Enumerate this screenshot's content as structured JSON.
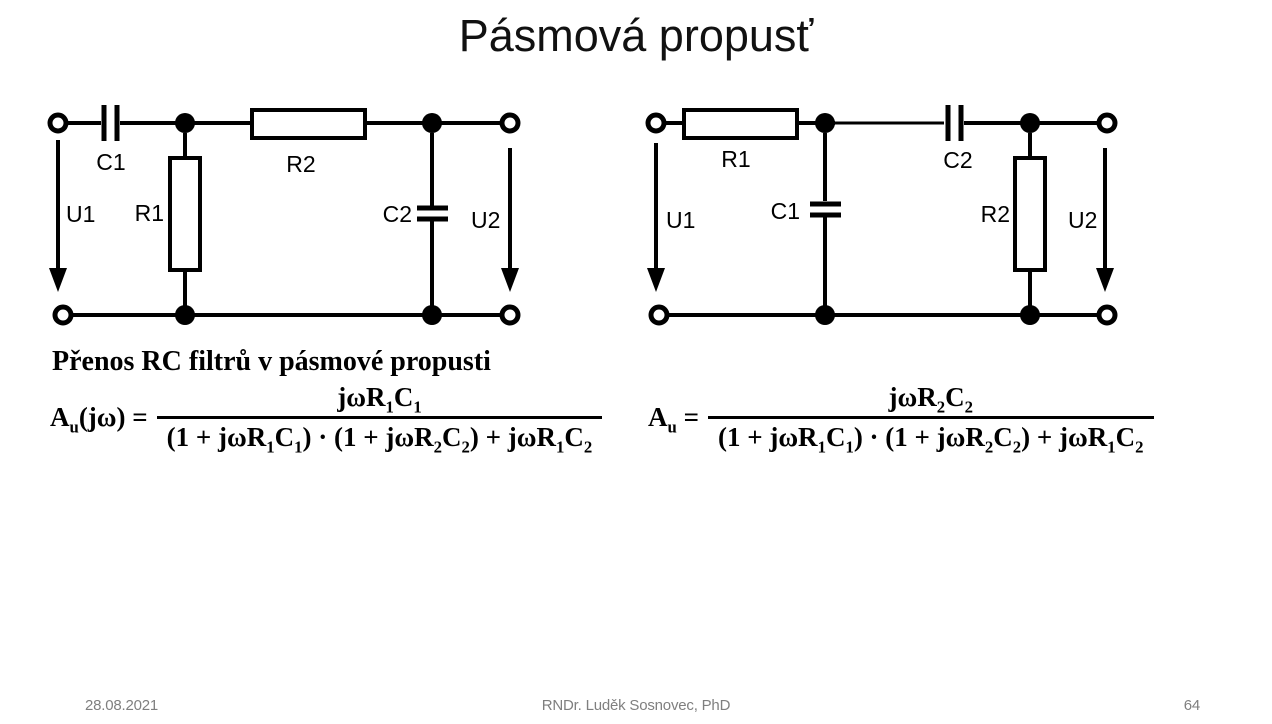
{
  "slide": {
    "title": "Pásmová propusť",
    "background_color": "#ffffff",
    "ink_color": "#000000",
    "footer": {
      "date": "28.08.2021",
      "author": "RNDr. Luděk Sosnovec, PhD",
      "page_number": "64",
      "text_color": "#7f7f7f"
    }
  },
  "section_heading": "Přenos RC filtrů v pásmové propusti",
  "circuit_left": {
    "description": "RC band-pass: series C1, shunt R1, series R2, shunt C2",
    "labels": {
      "c1": "C1",
      "r1": "R1",
      "r2": "R2",
      "c2": "C2",
      "u1": "U1",
      "u2": "U2"
    }
  },
  "circuit_right": {
    "description": "RC band-pass: series R1, shunt C1, series C2, shunt R2",
    "labels": {
      "r1": "R1",
      "c1": "C1",
      "c2": "C2",
      "r2": "R2",
      "u1": "U1",
      "u2": "U2"
    }
  },
  "formula_left": {
    "lhs": [
      {
        "t": "A"
      },
      {
        "t": "u",
        "sub": true
      },
      {
        "t": "(jω) ="
      }
    ],
    "numerator": [
      {
        "t": "jωR"
      },
      {
        "t": "1",
        "sub": true
      },
      {
        "t": "C"
      },
      {
        "t": "1",
        "sub": true
      }
    ],
    "denominator": [
      {
        "t": "(1 + jωR"
      },
      {
        "t": "1",
        "sub": true
      },
      {
        "t": "C"
      },
      {
        "t": "1",
        "sub": true
      },
      {
        "t": ") · (1 + jωR"
      },
      {
        "t": "2",
        "sub": true
      },
      {
        "t": "C"
      },
      {
        "t": "2",
        "sub": true
      },
      {
        "t": ") + jωR"
      },
      {
        "t": "1",
        "sub": true
      },
      {
        "t": "C"
      },
      {
        "t": "2",
        "sub": true
      }
    ]
  },
  "formula_right": {
    "lhs": [
      {
        "t": "A"
      },
      {
        "t": "u",
        "sub": true
      },
      {
        "t": " ="
      }
    ],
    "numerator": [
      {
        "t": "jωR"
      },
      {
        "t": "2",
        "sub": true
      },
      {
        "t": "C"
      },
      {
        "t": "2",
        "sub": true
      }
    ],
    "denominator": [
      {
        "t": "(1 + jωR"
      },
      {
        "t": "1",
        "sub": true
      },
      {
        "t": "C"
      },
      {
        "t": "1",
        "sub": true
      },
      {
        "t": ") · (1 + jωR"
      },
      {
        "t": "2",
        "sub": true
      },
      {
        "t": "C"
      },
      {
        "t": "2",
        "sub": true
      },
      {
        "t": ") + jωR"
      },
      {
        "t": "1",
        "sub": true
      },
      {
        "t": "C"
      },
      {
        "t": "2",
        "sub": true
      }
    ]
  }
}
